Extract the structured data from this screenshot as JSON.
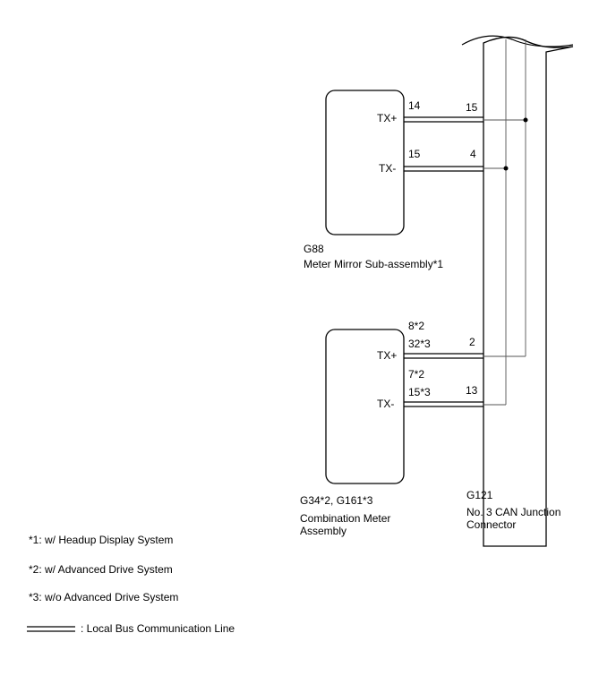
{
  "meter_mirror": {
    "code": "G88",
    "name": "Meter Mirror Sub-assembly*1",
    "tx_plus_label": "TX+",
    "tx_minus_label": "TX-",
    "pin_tx_plus": "14",
    "pin_tx_minus": "15"
  },
  "combination_meter": {
    "code": "G34*2, G161*3",
    "name_line1": "Combination Meter",
    "name_line2": "Assembly",
    "tx_plus_label": "TX+",
    "tx_minus_label": "TX-",
    "pin_tx_plus_a": "8*2",
    "pin_tx_plus_b": "32*3",
    "pin_tx_minus_a": "7*2",
    "pin_tx_minus_b": "15*3"
  },
  "junction_connector": {
    "code": "G121",
    "name_line1": "No. 3 CAN Junction",
    "name_line2": "Connector",
    "pin_meter_mirror_tx_plus": "15",
    "pin_meter_mirror_tx_minus": "4",
    "pin_combination_tx_plus": "2",
    "pin_combination_tx_minus": "13"
  },
  "notes": [
    "*1: w/ Headup Display System",
    "*2: w/ Advanced Drive System",
    "*3: w/o Advanced Drive System"
  ],
  "legend": {
    "label": ": Local Bus Communication Line"
  }
}
